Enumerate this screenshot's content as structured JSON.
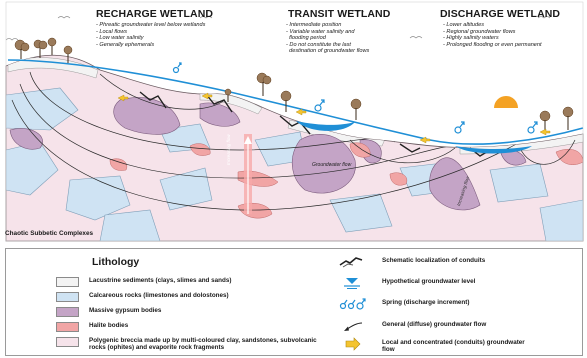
{
  "wetlands": [
    {
      "title": "RECHARGE WETLAND",
      "notes": [
        "- Phreatic groundwater level below wetlands",
        "- Local flows",
        "- Low water salinity",
        "- Generally ephemerals"
      ]
    },
    {
      "title": "TRANSIT WETLAND",
      "notes": [
        "- Intermediate position",
        "- Variable water salinity and",
        "  flooding period",
        "- Do not constitute the last",
        "  destination of groundwater flows"
      ]
    },
    {
      "title": "DISCHARGE WETLAND",
      "notes": [
        "- Lower altitudes",
        "- Regional groundwater flows",
        "- Highly salinity waters",
        "- Prolonged flooding or even permanent"
      ]
    }
  ],
  "diagram_labels": {
    "chaotic": "Chaotic Subbetic Complexes",
    "groundwater_flow": "Groundwater flow",
    "increasing_left": "Increasing flow",
    "increasing_right": "Increasing flow"
  },
  "legend": {
    "title": "Lithology",
    "lithology": [
      {
        "label": "Lacustrine sediments (clays, slimes and sands)",
        "color": "#f3f3f3"
      },
      {
        "label": "Calcareous rocks (limestones and dolostones)",
        "color": "#cfe3f3"
      },
      {
        "label": "Massive gypsum bodies",
        "color": "#c4a4c6"
      },
      {
        "label": "Halite bodies",
        "color": "#f1a5a5"
      },
      {
        "label": "Polygenic breccia made up by multi-coloured clay, sandstones, subvolcanic rocks (ophites) and evaporite rock fragments",
        "color": "#f6e3ea"
      }
    ],
    "symbols": [
      {
        "label": "Schematic localization of conduits",
        "icon": "conduit-icon"
      },
      {
        "label": "Hypothetical groundwater level",
        "icon": "water-level-icon"
      },
      {
        "label": "Spring (discharge increment)",
        "icon": "spring-icon"
      },
      {
        "label": "General (diffuse) groundwater flow",
        "icon": "flow-arrow-icon"
      },
      {
        "label": "Local and concentrated (conduits) groundwater flow",
        "icon": "conduit-flow-arrow-icon"
      }
    ]
  },
  "colors": {
    "water": "#1f8fd6",
    "sun": "#f4a224",
    "breccia": "#f6e3ea",
    "gypsum": "#c4a4c6",
    "halite": "#f1a5a5",
    "calcareous": "#cfe3f3"
  }
}
